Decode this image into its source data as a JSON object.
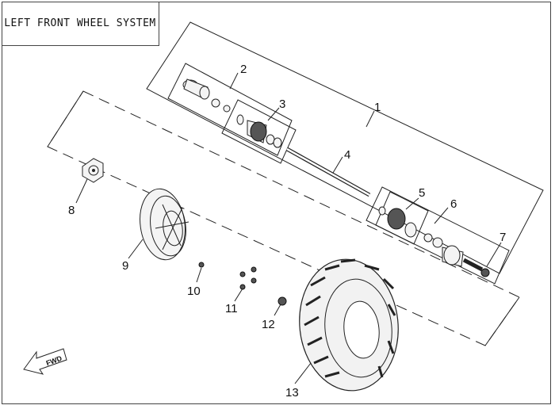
{
  "title": "LEFT FRONT WHEEL SYSTEM",
  "callouts": {
    "c1": "1",
    "c2": "2",
    "c3": "3",
    "c4": "4",
    "c5": "5",
    "c6": "6",
    "c7": "7",
    "c8": "8",
    "c9": "9",
    "c10": "10",
    "c11": "11",
    "c12": "12",
    "c13": "13"
  },
  "fwd_label": "FWD",
  "icons": {
    "direction": "fwd-arrow-icon"
  }
}
